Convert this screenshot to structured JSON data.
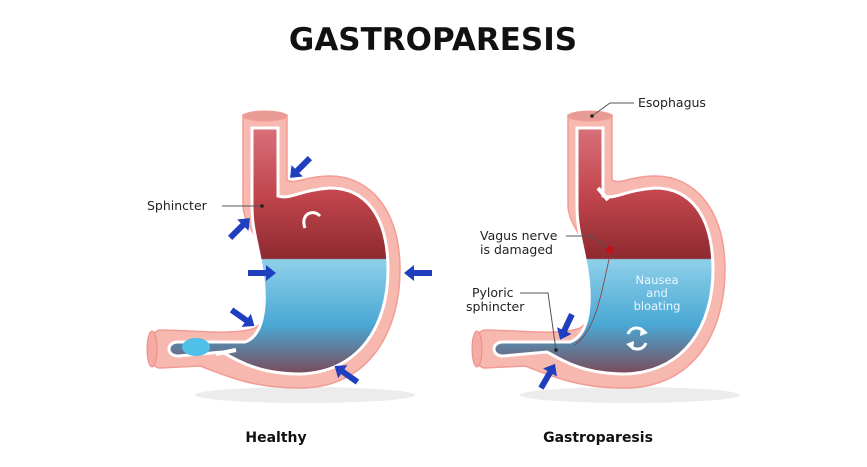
{
  "title": "GASTROPARESIS",
  "healthy": {
    "caption": "Healthy",
    "labels": {
      "sphincter": "Sphincter"
    }
  },
  "gastroparesis": {
    "caption": "Gastroparesis",
    "labels": {
      "esophagus": "Esophagus",
      "vagus_line1": "Vagus nerve",
      "vagus_line2": "is damaged",
      "pyloric_line1": "Pyloric",
      "pyloric_line2": "sphincter",
      "symptom_line1": "Nausea",
      "symptom_line2": "and",
      "symptom_line3": "bloating"
    }
  },
  "colors": {
    "wall": "#f7b8b0",
    "cavity_red": "#a8323a",
    "fluid_blue": "#4fb0d8",
    "arrow_blue": "#1f3fbf",
    "damage_dot": "#c0121a"
  }
}
